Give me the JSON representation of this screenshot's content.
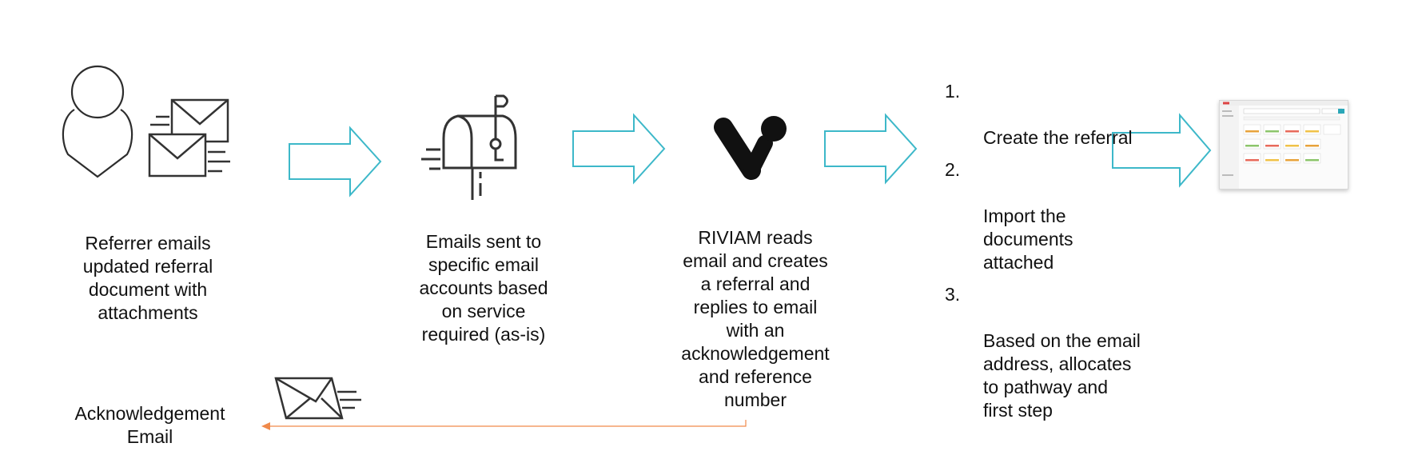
{
  "steps_caption": {
    "referrer": "Referrer emails\nupdated referral\ndocument with\nattachments",
    "routing": "Emails sent to\nspecific email\naccounts based\non service\nrequired (as-is)",
    "riviam": "RIVIAM reads\nemail and creates\na referral and\nreplies to email\nwith an\nacknowledgement\nand reference\nnumber",
    "ack": "Acknowledgement\nEmail"
  },
  "process_list": [
    {
      "num": "1.",
      "text": "Create the referral"
    },
    {
      "num": "2.",
      "text": "Import the\ndocuments\nattached"
    },
    {
      "num": "3.",
      "text": "Based on the email\naddress, allocates\nto pathway and\nfirst step"
    }
  ],
  "colors": {
    "arrow_outline": "#3db8c9",
    "return_arrow": "#f08a4b",
    "icon_stroke": "#2d2d2d"
  },
  "icons": {
    "person": "person-icon",
    "emails": "envelopes-icon",
    "mailbox": "mailbox-icon",
    "logo": "riviam-logo-icon",
    "ack_mail": "fast-mail-icon",
    "screenshot": "app-screenshot-thumbnail"
  }
}
